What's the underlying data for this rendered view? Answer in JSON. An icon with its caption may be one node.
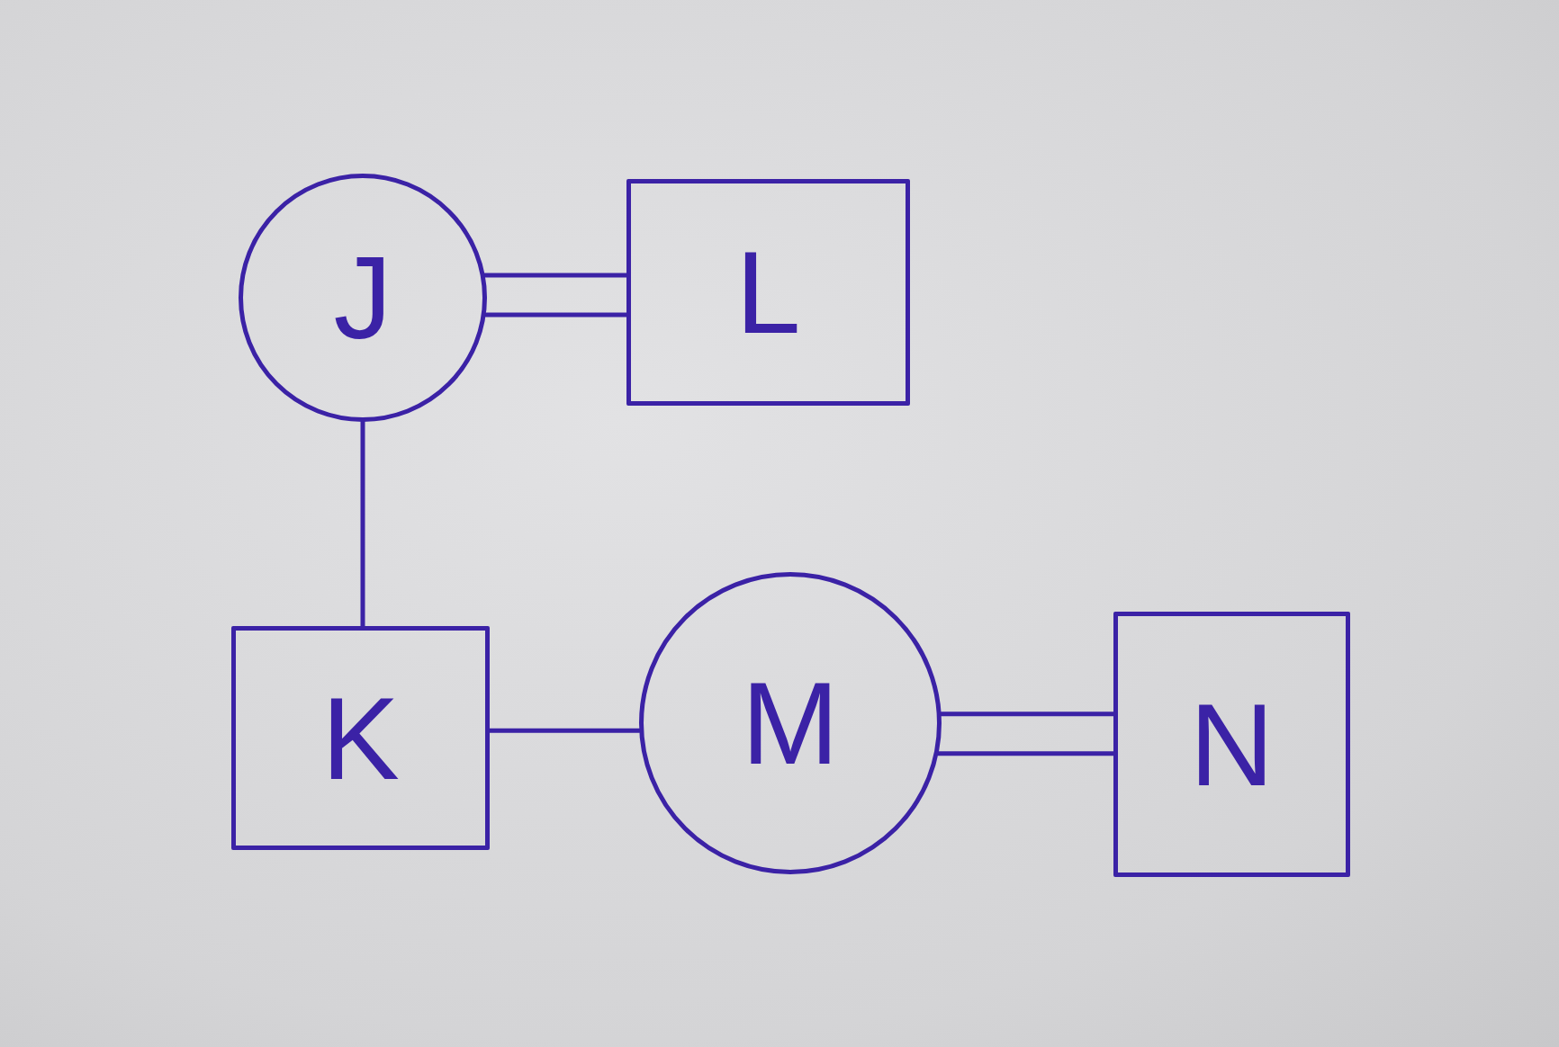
{
  "diagram": {
    "nodes": [
      {
        "text": [
          "J"
        ]
      },
      {
        "text": [
          "L"
        ]
      },
      {
        "text": [
          "K"
        ]
      },
      {
        "text": [
          "M"
        ]
      },
      {
        "text": [
          "N"
        ]
      }
    ],
    "edges": [
      {
        "from": 0,
        "to": 1,
        "arrow": "none"
      },
      {
        "from": 0,
        "to": 1,
        "arrow": "none"
      },
      {
        "from": 0,
        "to": 2,
        "arrow": "none"
      },
      {
        "from": 2,
        "to": 3,
        "arrow": "none"
      },
      {
        "from": 3,
        "to": 4,
        "arrow": "none"
      },
      {
        "from": 3,
        "to": 4,
        "arrow": "none"
      }
    ]
  }
}
